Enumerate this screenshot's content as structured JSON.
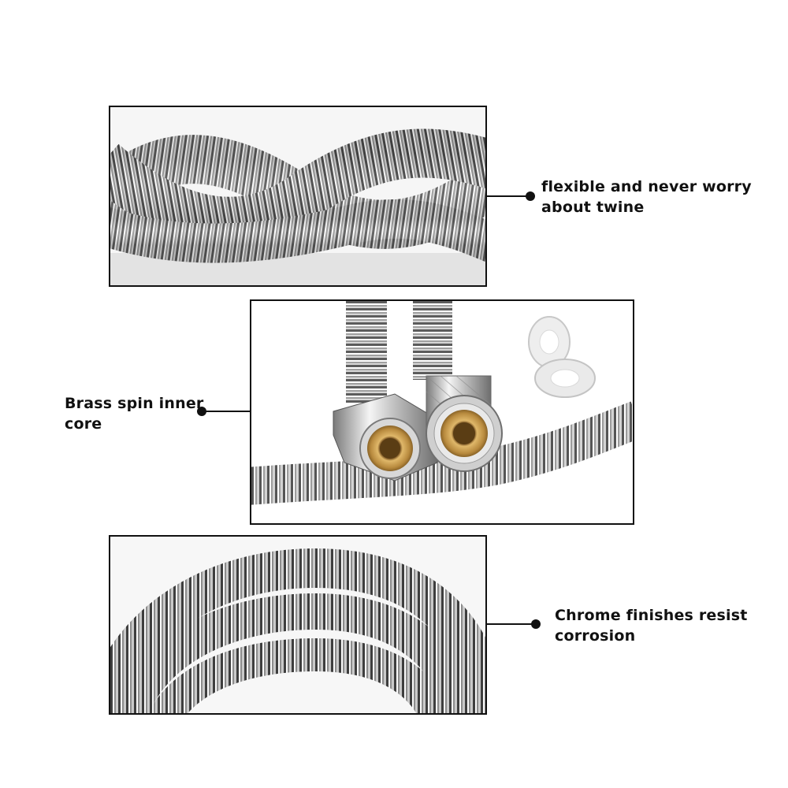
{
  "features": [
    {
      "caption_lines": [
        "flexible and never worry",
        "about twine"
      ]
    },
    {
      "caption_lines": [
        "Brass spin inner",
        "core"
      ]
    },
    {
      "caption_lines": [
        "Chrome finishes resist",
        "corrosion"
      ]
    }
  ],
  "colors": {
    "frame": "#111111",
    "chrome_light": "#f2f2f2",
    "chrome_dark": "#4a4a4a",
    "brass": "#c99a4a"
  }
}
